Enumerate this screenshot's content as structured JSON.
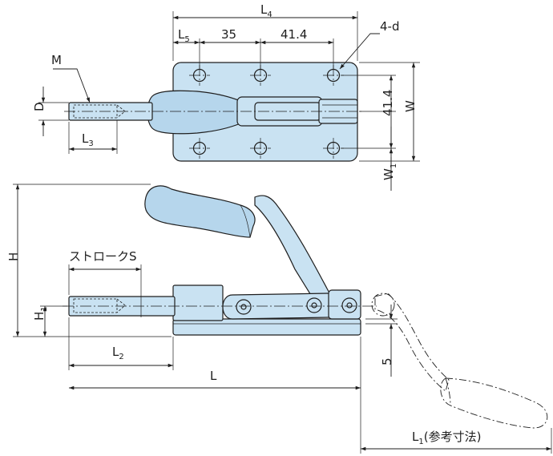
{
  "labels": {
    "L4": "L",
    "L4_sub": "4",
    "L5": "L",
    "L5_sub": "5",
    "dim35": "35",
    "dim41_4_top": "41.4",
    "hole_note": "4-d",
    "M": "M",
    "D": "D",
    "L3": "L",
    "L3_sub": "3",
    "dim41_4_side": "41.4",
    "W": "W",
    "W1": "W",
    "W1_sub": "1",
    "H": "H",
    "stroke": "ストロークS",
    "H1": "H",
    "H1_sub": "1",
    "L2": "L",
    "L2_sub": "2",
    "L": "L",
    "dim5": "5",
    "L1": "L",
    "L1_sub": "1",
    "L1_note": "(参考寸法)"
  },
  "colors": {
    "part_fill": "#c9e2f2",
    "grip_fill": "#b6d6ec",
    "line": "#1e1e1e"
  }
}
